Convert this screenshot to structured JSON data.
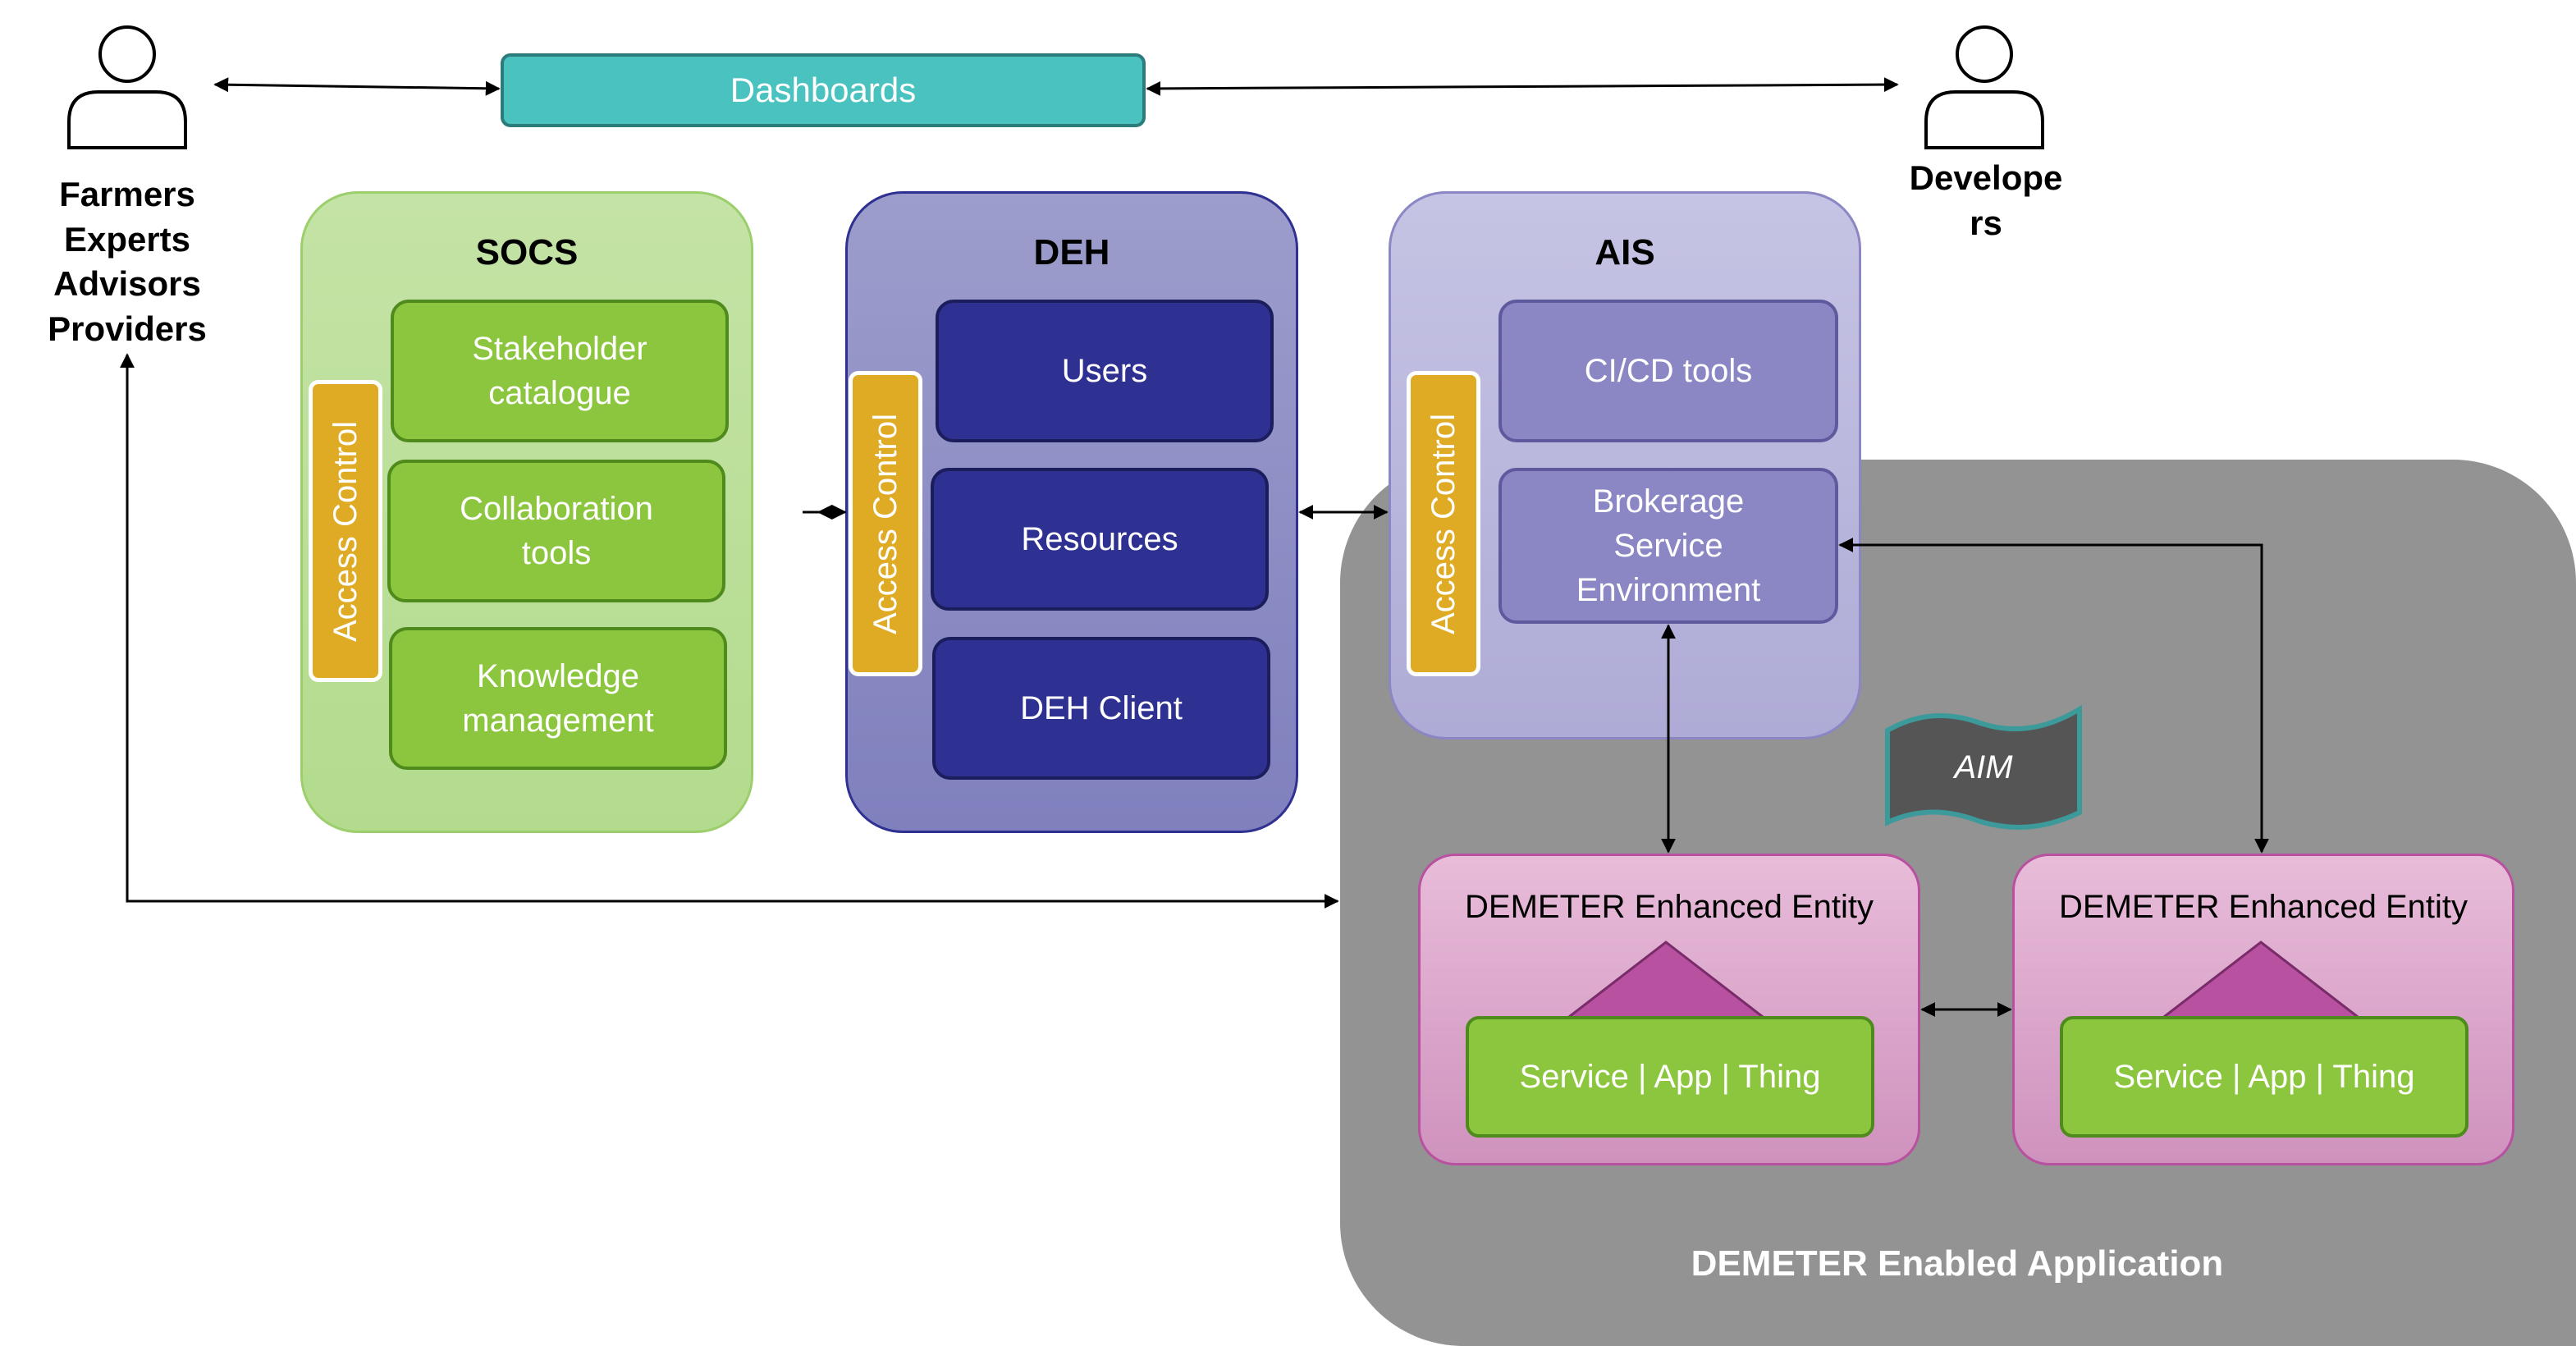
{
  "actors": {
    "left": {
      "label_lines": [
        "Farmers",
        "Experts",
        "Advisors",
        "Providers"
      ],
      "icon": "person-icon"
    },
    "right": {
      "label_lines": [
        "Develope",
        "rs"
      ],
      "icon": "person-icon"
    }
  },
  "dashboards": {
    "label": "Dashboards",
    "color": "#4ac3c0"
  },
  "socs": {
    "title": "SOCS",
    "access_control": "Access Control",
    "items": [
      "Stakeholder catalogue",
      "Collaboration tools",
      "Knowledge management"
    ],
    "panel_color": "#bcdf9e",
    "item_color": "#8cc63f"
  },
  "deh": {
    "title": "DEH",
    "access_control": "Access Control",
    "items": [
      "Users",
      "Resources",
      "DEH Client"
    ],
    "panel_color": "#8f8fc4",
    "item_color": "#2e3191"
  },
  "ais": {
    "title": "AIS",
    "access_control": "Access Control",
    "items": [
      "CI/CD tools",
      "Brokerage Service Environment"
    ],
    "panel_color": "#bdbbe0",
    "item_color": "#8b86c4"
  },
  "access_control_color": "#e0ab24",
  "aim": {
    "label": "AIM"
  },
  "demeter_app": {
    "label": "DEMETER Enabled Application",
    "color": "#939393",
    "entities": [
      {
        "title": "DEMETER Enhanced Entity",
        "inner": "Service | App | Thing"
      },
      {
        "title": "DEMETER Enhanced Entity",
        "inner": "Service | App | Thing"
      }
    ],
    "entity_color": "#d6a0c7",
    "triangle_color": "#b8519f"
  }
}
